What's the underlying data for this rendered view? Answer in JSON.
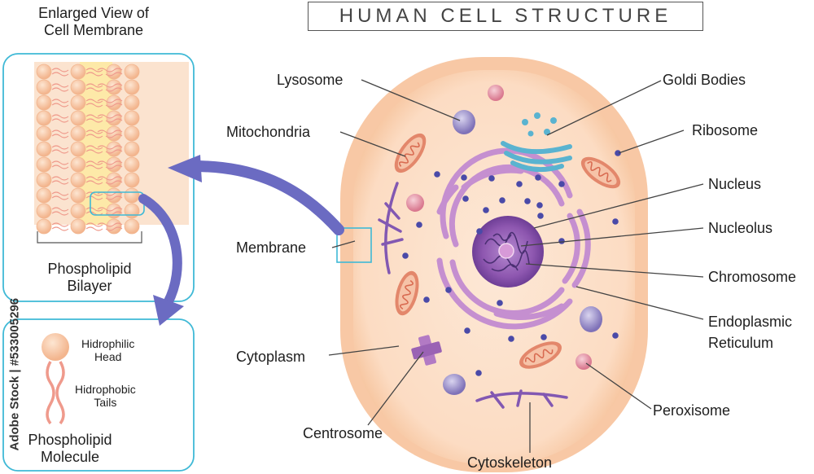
{
  "title": "HUMAN CELL STRUCTURE",
  "inset": {
    "heading": "Enlarged View of\nCell Membrane",
    "bilayer_label": "Phospholipid\nBilayer",
    "molecule_label": "Phospholipid\nMolecule",
    "head_label": "Hidrophilic\nHead",
    "tails_label": "Hidrophobic\nTails"
  },
  "labels": {
    "lysosome": "Lysosome",
    "mitochondria": "Mitochondria",
    "membrane": "Membrane",
    "cytoplasm": "Cytoplasm",
    "centrosome": "Centrosome",
    "cytoskeleton": "Cytoskeleton",
    "goldi": "Goldi Bodies",
    "ribosome": "Ribosome",
    "nucleus": "Nucleus",
    "nucleolus": "Nucleolus",
    "chromosome": "Chromosome",
    "er": "Endoplasmic\nReticulum",
    "peroxisome": "Peroxisome"
  },
  "watermark": "Adobe Stock | #533005296",
  "colors": {
    "cell_fill": "#fde3cf",
    "cell_rim": "#f9c9a6",
    "frame": "#3fb9d6",
    "arrow": "#6b6bc2",
    "er": "#c58fd0",
    "nucleus": "#8e57b0",
    "mito": "#e3876b",
    "golgi": "#5ab3d0",
    "lysosome": "#9a8fc6",
    "peroxisome": "#e8a0b0",
    "ribosome": "#4a4aa8",
    "cytoskeleton": "#8258b2"
  }
}
